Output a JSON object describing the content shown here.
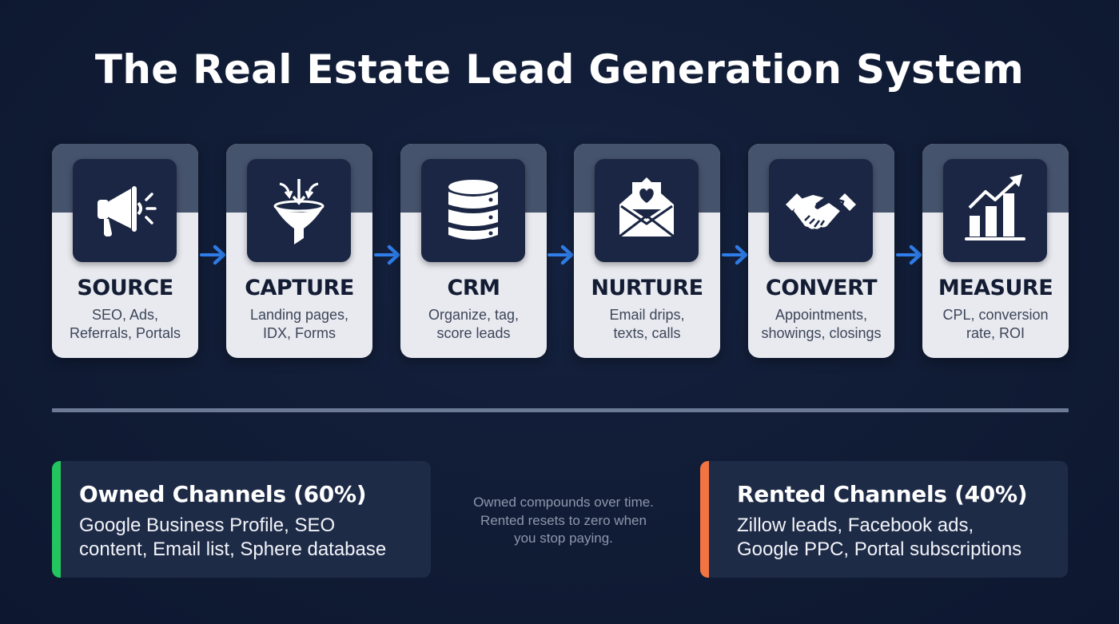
{
  "title": "The Real Estate Lead Generation System",
  "steps": [
    {
      "label": "SOURCE",
      "desc_line1": "SEO, Ads,",
      "desc_line2": "Referrals, Portals",
      "icon": "megaphone-icon"
    },
    {
      "label": "CAPTURE",
      "desc_line1": "Landing pages,",
      "desc_line2": "IDX, Forms",
      "icon": "funnel-icon"
    },
    {
      "label": "CRM",
      "desc_line1": "Organize, tag,",
      "desc_line2": "score leads",
      "icon": "database-icon"
    },
    {
      "label": "NURTURE",
      "desc_line1": "Email drips,",
      "desc_line2": "texts, calls",
      "icon": "envelope-heart-icon"
    },
    {
      "label": "CONVERT",
      "desc_line1": "Appointments,",
      "desc_line2": "showings, closings",
      "icon": "handshake-icon"
    },
    {
      "label": "MEASURE",
      "desc_line1": "CPL, conversion",
      "desc_line2": "rate, ROI",
      "icon": "growth-chart-icon"
    }
  ],
  "channels": {
    "owned": {
      "title": "Owned Channels (60%)",
      "desc_line1": "Google Business Profile, SEO",
      "desc_line2": "content, Email list, Sphere database",
      "accent_color": "#22c55e"
    },
    "rented": {
      "title": "Rented Channels (40%)",
      "desc_line1": "Zillow leads, Facebook ads,",
      "desc_line2": "Google PPC, Portal subscriptions",
      "accent_color": "#f47342"
    }
  },
  "note": {
    "line1": "Owned compounds over time.",
    "line2": "Rented resets to zero when",
    "line3": "you stop paying."
  },
  "colors": {
    "background": "#111d37",
    "arrow": "#2f7de8",
    "card": "#e8eaf0",
    "icon_box": "#1a2643"
  }
}
